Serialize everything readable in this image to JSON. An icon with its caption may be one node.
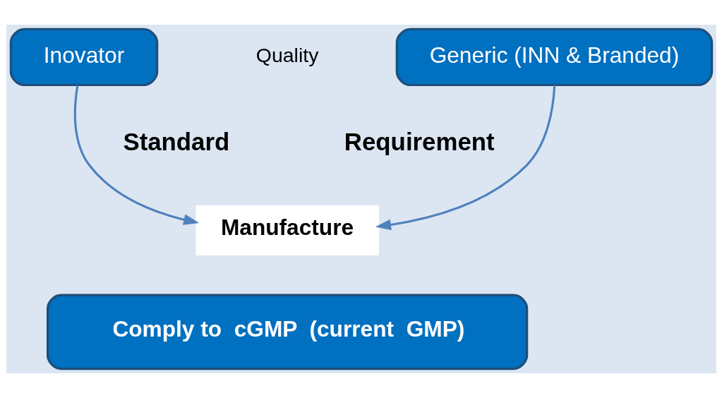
{
  "diagram": {
    "nodes": [
      {
        "text": [
          "Inovator"
        ]
      },
      {
        "text": [
          "Generic (INN & Branded)"
        ]
      },
      {
        "text": [
          "Manufacture"
        ]
      },
      {
        "text": [
          "Comply to  cGMP  (current  GMP)"
        ]
      }
    ],
    "edges": [
      {
        "from": 0,
        "to": 2,
        "arrow": "to"
      },
      {
        "from": 1,
        "to": 2,
        "arrow": "to"
      }
    ],
    "labels": [
      "Quality",
      "Standard",
      "Requirement"
    ]
  }
}
